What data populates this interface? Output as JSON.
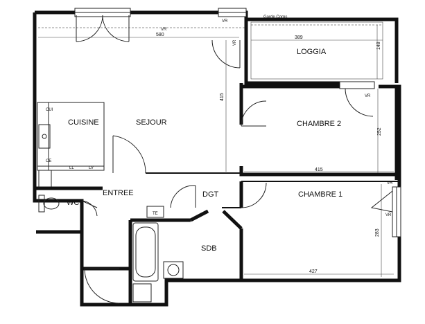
{
  "rooms": {
    "loggia": "LOGGIA",
    "cuisine": "CUISINE",
    "sejour": "SEJOUR",
    "chambre2": "CHAMBRE 2",
    "chambre1": "CHAMBRE 1",
    "entree": "ENTREE",
    "wc": "WC",
    "dgt": "DGT",
    "sdb": "SDB"
  },
  "labels": {
    "garde_corps": "Garde Corps",
    "vr_1": "VR",
    "vr_2": "VR",
    "vr_3": "VR",
    "vr_4": "VR",
    "vr_5": "VR",
    "vr_6": "VR",
    "cui": "CUI",
    "ll": "LL",
    "lv": "LV",
    "ce": "CE",
    "te": "TE"
  },
  "dimensions": {
    "d580": "580",
    "d389": "389",
    "d148": "148",
    "d415_v": "415",
    "d252": "252",
    "d415_h": "415",
    "d283": "283",
    "d427": "427"
  }
}
